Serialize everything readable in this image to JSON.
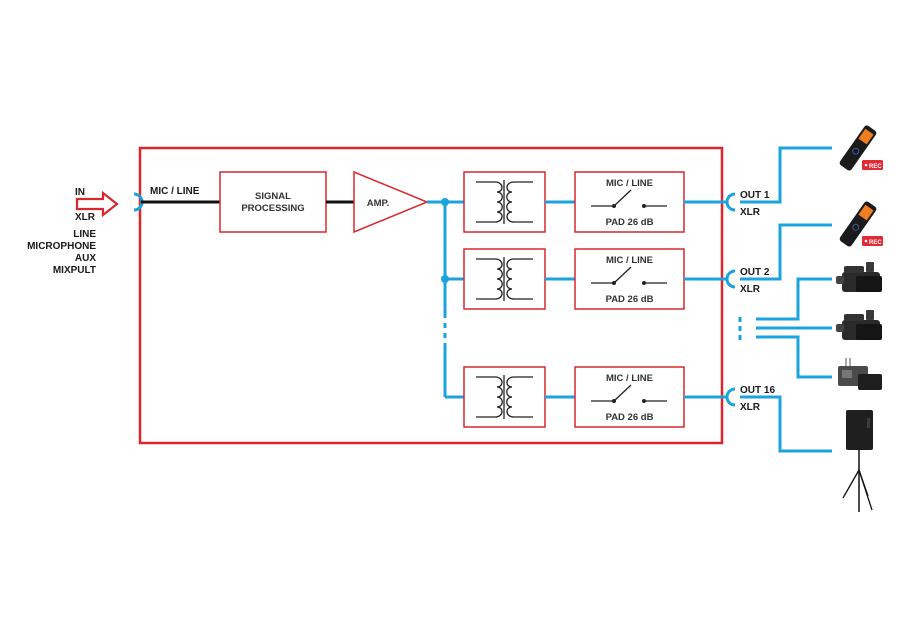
{
  "colors": {
    "frame_red": "#d9272e",
    "signal_blue": "#1aa3dc",
    "signal_black": "#111111",
    "rec_badge": "#e32a33"
  },
  "input": {
    "in_label": "IN",
    "connector_label": "XLR",
    "sources": [
      "LINE",
      "MICROPHONE",
      "AUX",
      "MIXPULT"
    ],
    "line_label": "MIC / LINE"
  },
  "chain": {
    "signal_processing": [
      "SIGNAL",
      "PROCESSING"
    ],
    "amp": "AMP."
  },
  "channels": [
    {
      "switch_top": "MIC / LINE",
      "switch_bottom": "PAD 26 dB",
      "out_label": "OUT 1",
      "out_connector": "XLR"
    },
    {
      "switch_top": "MIC / LINE",
      "switch_bottom": "PAD 26 dB",
      "out_label": "OUT 2",
      "out_connector": "XLR"
    },
    {
      "switch_top": "MIC / LINE",
      "switch_bottom": "PAD 26 dB",
      "out_label": "OUT 16",
      "out_connector": "XLR"
    }
  ],
  "devices": [
    {
      "icon": "audio-recorder-icon",
      "badge": "REC"
    },
    {
      "icon": "audio-recorder-icon",
      "badge": "REC"
    },
    {
      "icon": "camcorder-icon"
    },
    {
      "icon": "camcorder-icon"
    },
    {
      "icon": "broadcast-camera-icon"
    },
    {
      "icon": "pa-speaker-icon"
    }
  ]
}
